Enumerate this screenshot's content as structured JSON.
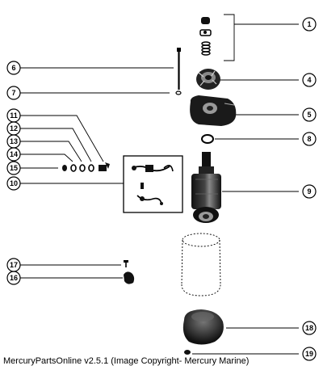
{
  "callouts": [
    {
      "id": "c1",
      "label": "1"
    },
    {
      "id": "c4",
      "label": "4"
    },
    {
      "id": "c5",
      "label": "5"
    },
    {
      "id": "c6",
      "label": "6"
    },
    {
      "id": "c7",
      "label": "7"
    },
    {
      "id": "c8",
      "label": "8"
    },
    {
      "id": "c9",
      "label": "9"
    },
    {
      "id": "c10",
      "label": "10"
    },
    {
      "id": "c11",
      "label": "11"
    },
    {
      "id": "c12",
      "label": "12"
    },
    {
      "id": "c13",
      "label": "13"
    },
    {
      "id": "c14",
      "label": "14"
    },
    {
      "id": "c15",
      "label": "15"
    },
    {
      "id": "c16",
      "label": "16"
    },
    {
      "id": "c17",
      "label": "17"
    },
    {
      "id": "c18",
      "label": "18"
    },
    {
      "id": "c19",
      "label": "19"
    }
  ],
  "caption": "MercuryPartsOnline v2.5.1 (Image Copyright- Mercury Marine)"
}
